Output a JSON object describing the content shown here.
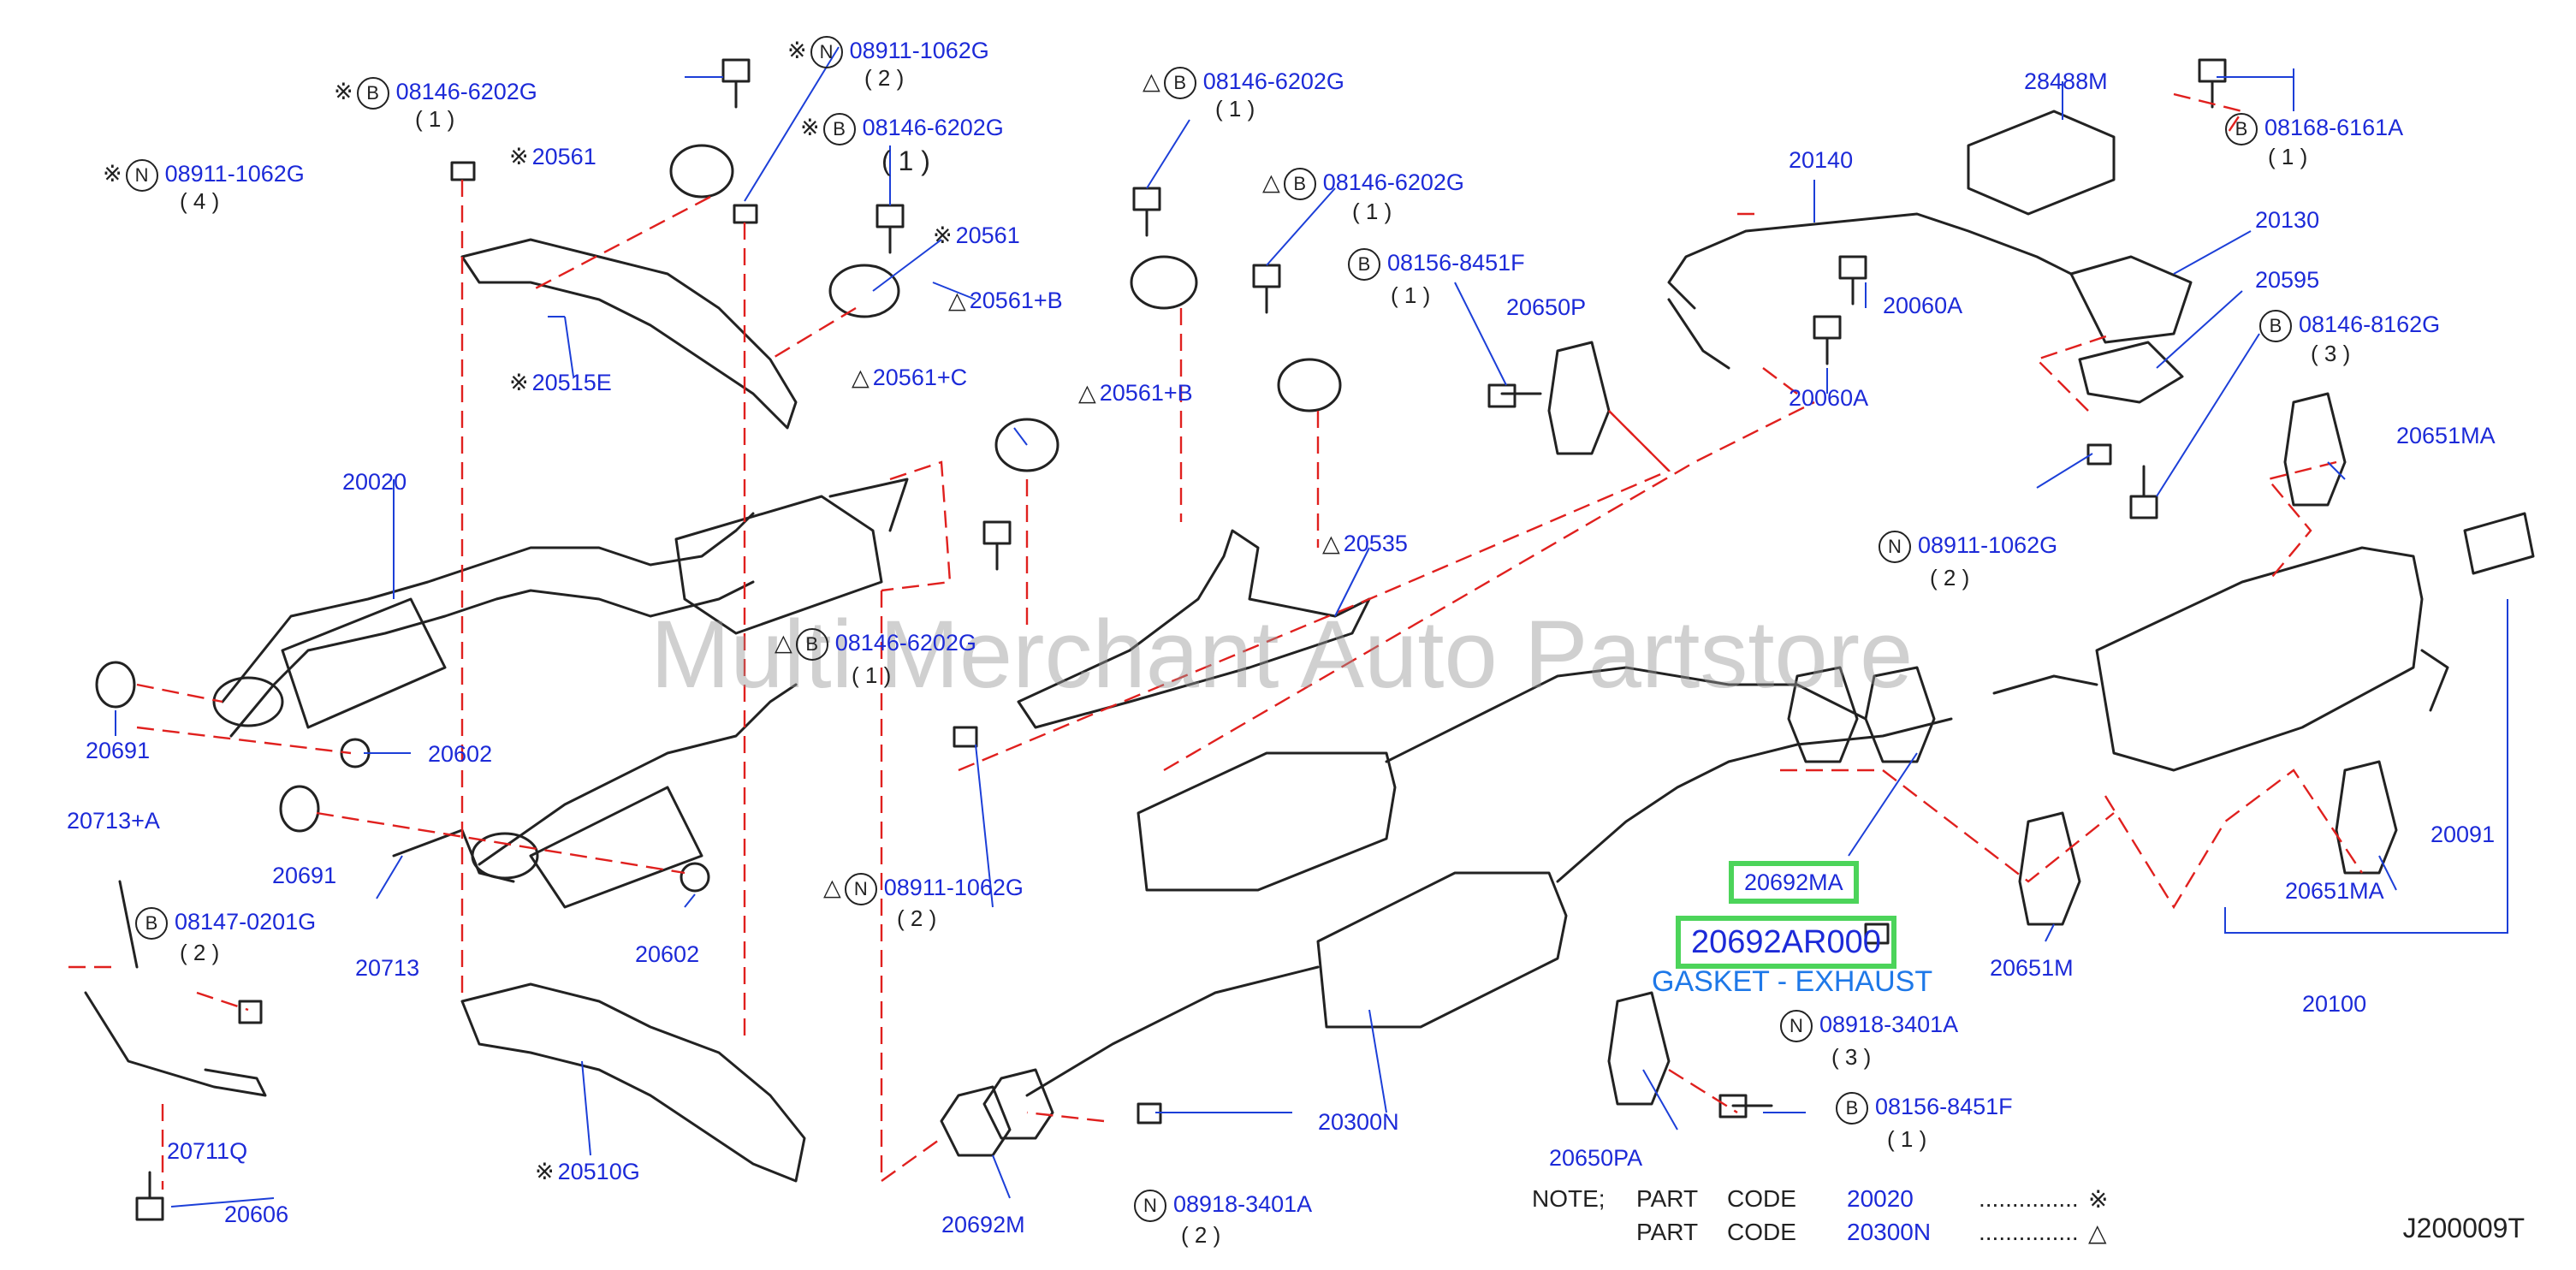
{
  "watermark": "Multi Merchant Auto Partstore",
  "diagram_code": "J200009T",
  "highlight_description": "GASKET - EXHAUST",
  "colors": {
    "label": "#1c2ad8",
    "highlight": "#4cd45a",
    "leader_dash": "#e0201e",
    "description": "#1e78e8"
  },
  "icons": {
    "circled_b": "B",
    "circled_n": "N"
  },
  "labels": {
    "p08911_1062G_top": "08911-1062G",
    "p08911_1062G_top_q": "( 2 )",
    "p08146_6202G_tl": "08146-6202G",
    "p08146_6202G_tl_q": "( 1 )",
    "p08911_1062G_left": "08911-1062G",
    "p08911_1062G_left_q": "( 4 )",
    "p20561_a": "20561",
    "p08146_6202G_mid": "08146-6202G",
    "p08146_6202G_mid_q": "( 1 )",
    "p20561_b": "20561",
    "p20561B_a": "20561+B",
    "p20515E": "20515E",
    "p20020": "20020",
    "p20561C": "20561+C",
    "p08146_6202G_c1": "08146-6202G",
    "p08146_6202G_c1_q": "( 1 )",
    "p08146_6202G_c2": "08146-6202G",
    "p08146_6202G_c2_q": "( 1 )",
    "p08156_8451F_top": "08156-8451F",
    "p08156_8451F_top_q": "( 1 )",
    "p20650P": "20650P",
    "p20561B_b": "20561+B",
    "p20535": "20535",
    "p08146_6202G_c3": "08146-6202G",
    "p08146_6202G_c3_q": "( 1 )",
    "p20691_a": "20691",
    "p20602_a": "20602",
    "p20713A": "20713+A",
    "p20691_b": "20691",
    "p08147_0201G": "08147-0201G",
    "p08147_0201G_q": "( 2 )",
    "p20713": "20713",
    "p20602_b": "20602",
    "p08911_1062G_c": "08911-1062G",
    "p08911_1062G_c_q": "( 2 )",
    "p20711Q": "20711Q",
    "p20510G": "20510G",
    "p20606": "20606",
    "p20692M": "20692M",
    "p08918_3401A_b": "08918-3401A",
    "p08918_3401A_b_q": "( 2 )",
    "p20300N": "20300N",
    "p20650PA": "20650PA",
    "p08156_8451F_bot": "08156-8451F",
    "p08156_8451F_bot_q": "( 1 )",
    "p08918_3401A_a": "08918-3401A",
    "p08918_3401A_a_q": "( 3 )",
    "p20692MA": "20692MA",
    "p20692AR": "20692AR000",
    "p20651M": "20651M",
    "p20100": "20100",
    "p20651MA_b": "20651MA",
    "p20091": "20091",
    "p20651MA_a": "20651MA",
    "p08911_1062G_r": "08911-1062G",
    "p08911_1062G_r_q": "( 2 )",
    "p08146_8162G": "08146-8162G",
    "p08146_8162G_q": "( 3 )",
    "p20595": "20595",
    "p20130": "20130",
    "p08168_6161A": "08168-6161A",
    "p08168_6161A_q": "( 1 )",
    "p28488M": "28488M",
    "p20140": "20140",
    "p20060A_a": "20060A",
    "p20060A_b": "20060A"
  },
  "note": {
    "title": "NOTE;",
    "row1_part": "PART",
    "row1_code_word": "CODE",
    "row1_code": "20020",
    "row1_dots": "...............",
    "row1_sym": "※",
    "row2_part": "PART",
    "row2_code_word": "CODE",
    "row2_code": "20300N",
    "row2_dots": "...............",
    "row2_sym": "△"
  },
  "symbols": {
    "asterisk": "※",
    "triangle": "△"
  }
}
